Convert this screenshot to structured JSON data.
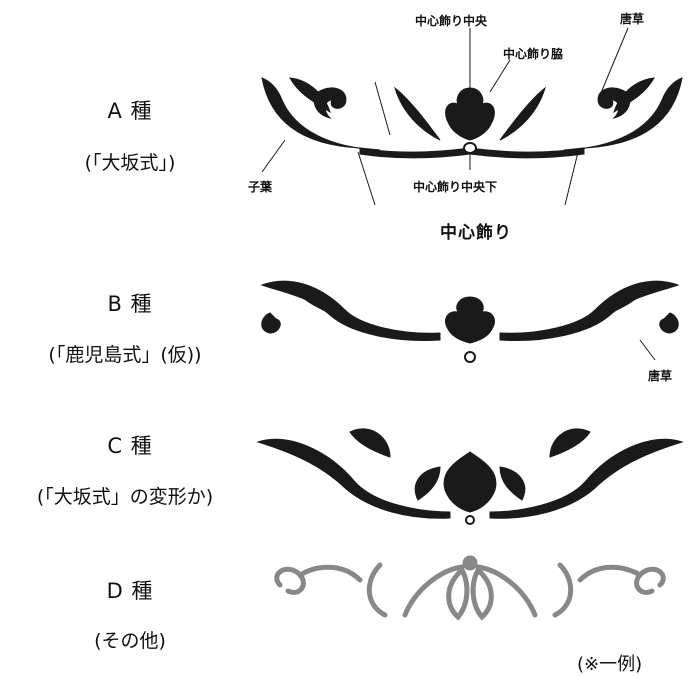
{
  "types": [
    {
      "label": "A 種",
      "sub": "(「大坂式」)"
    },
    {
      "label": "B 種",
      "sub": "(「鹿児島式」(仮))"
    },
    {
      "label": "C 種",
      "sub": "(「大坂式」の変形か)"
    },
    {
      "label": "D 種",
      "sub": "(その他)"
    }
  ],
  "annotations": {
    "center_top": "中心飾り中央",
    "karakusa_a": "唐草",
    "center_side": "中心飾り脇",
    "child_leaf": "子葉",
    "center_bottom": "中心飾り中央下",
    "center_group": "中心飾り",
    "karakusa_b": "唐草"
  },
  "note": "(※一例)",
  "colors": {
    "ink": "#1a1a1a",
    "pale": "#ffffff",
    "grey": "#888888"
  }
}
